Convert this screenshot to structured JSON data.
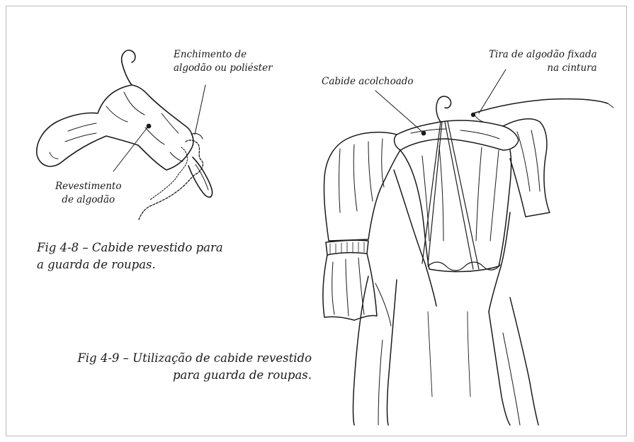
{
  "figure_left": {
    "label_filling": "Enchimento de\nalgodão ou poliéster",
    "label_lining": "Revestimento\nde algodão",
    "caption": "Fig 4-8 – Cabide revestido para\na guarda de roupas."
  },
  "figure_right": {
    "label_hanger": "Cabide acolchoado",
    "label_strip": "Tira de algodão fixada\nna cintura",
    "caption": "Fig 4-9 – Utilização de cabide revestido\npara guarda de roupas."
  }
}
